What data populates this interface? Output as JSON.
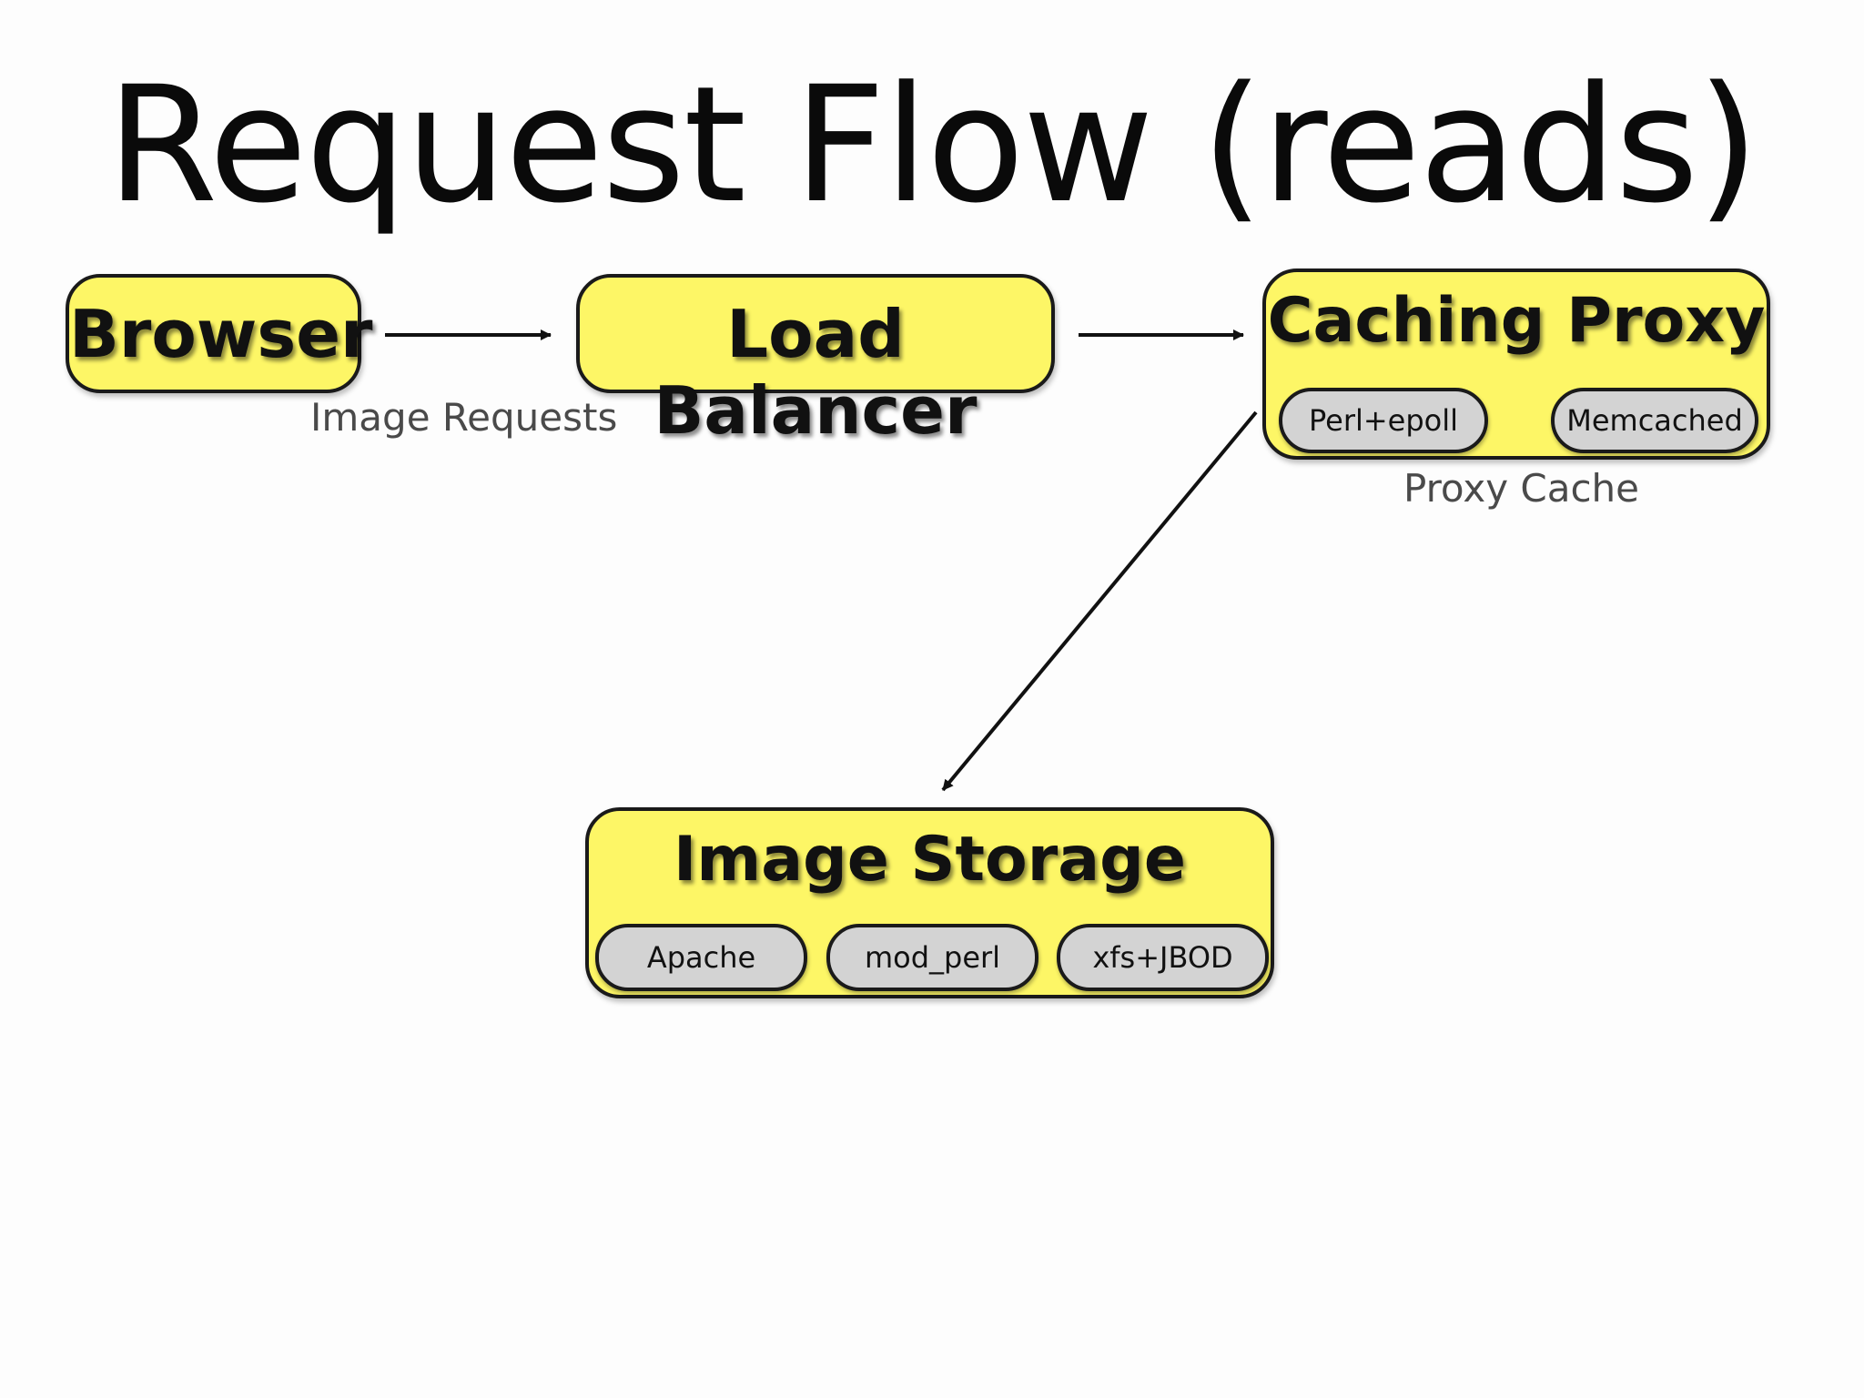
{
  "title": "Request Flow (reads)",
  "nodes": {
    "browser": {
      "label": "Browser"
    },
    "load_balancer": {
      "label": "Load Balancer"
    },
    "caching_proxy": {
      "label": "Caching Proxy",
      "components": [
        "Perl+epoll",
        "Memcached"
      ]
    },
    "image_storage": {
      "label": "Image Storage",
      "components": [
        "Apache",
        "mod_perl",
        "xfs+JBOD"
      ]
    }
  },
  "captions": {
    "image_requests": "Image Requests",
    "proxy_cache": "Proxy Cache"
  },
  "edges": [
    {
      "from": "Browser",
      "to": "Load Balancer"
    },
    {
      "from": "Load Balancer",
      "to": "Caching Proxy"
    },
    {
      "from": "Caching Proxy",
      "to": "Image Storage"
    }
  ],
  "colors": {
    "node_fill": "#fdf666",
    "component_fill": "#d3d3d3",
    "border": "#1a1a1a",
    "caption_text": "#4a4a4a",
    "background": "#fdfdfd"
  }
}
